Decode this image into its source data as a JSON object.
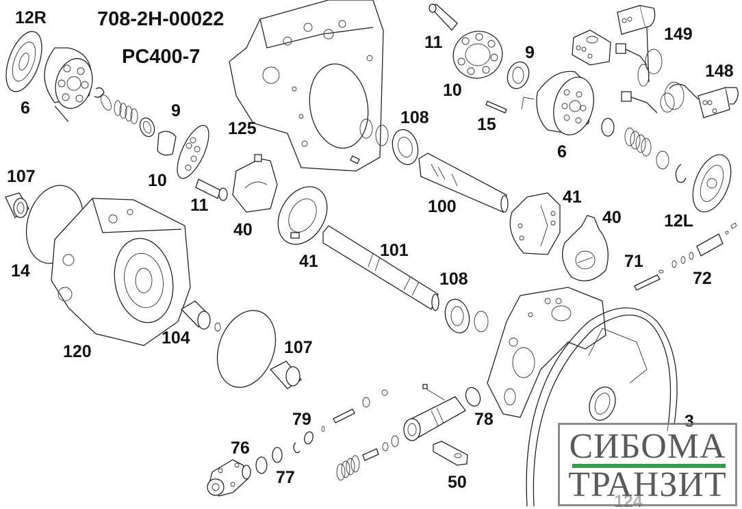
{
  "header": {
    "part_number": "708-2H-00022",
    "model": "PC400-7"
  },
  "callouts": {
    "c12R": "12R",
    "c6a": "6",
    "c9a": "9",
    "c10a": "10",
    "c11a": "11",
    "c107a": "107",
    "c14": "14",
    "c120": "120",
    "c125": "125",
    "c40a": "40",
    "c41a": "41",
    "c104": "104",
    "c107b": "107",
    "c11b": "11",
    "c10b": "10",
    "c9b": "9",
    "c15": "15",
    "c6b": "6",
    "c149": "149",
    "c148": "148",
    "c108a": "108",
    "c100": "100",
    "c41b": "41",
    "c40b": "40",
    "c12L": "12L",
    "c101": "101",
    "c71": "71",
    "c72": "72",
    "c108b": "108",
    "c79": "79",
    "c76": "76",
    "c77": "77",
    "c78": "78",
    "c50": "50",
    "c3": "3",
    "c124": "124"
  },
  "watermark": {
    "line1": "СИБОМА",
    "line2": "ТРАНЗИТ",
    "accent_color": "#3a9a4f",
    "text_color": "#5a5a5a"
  }
}
